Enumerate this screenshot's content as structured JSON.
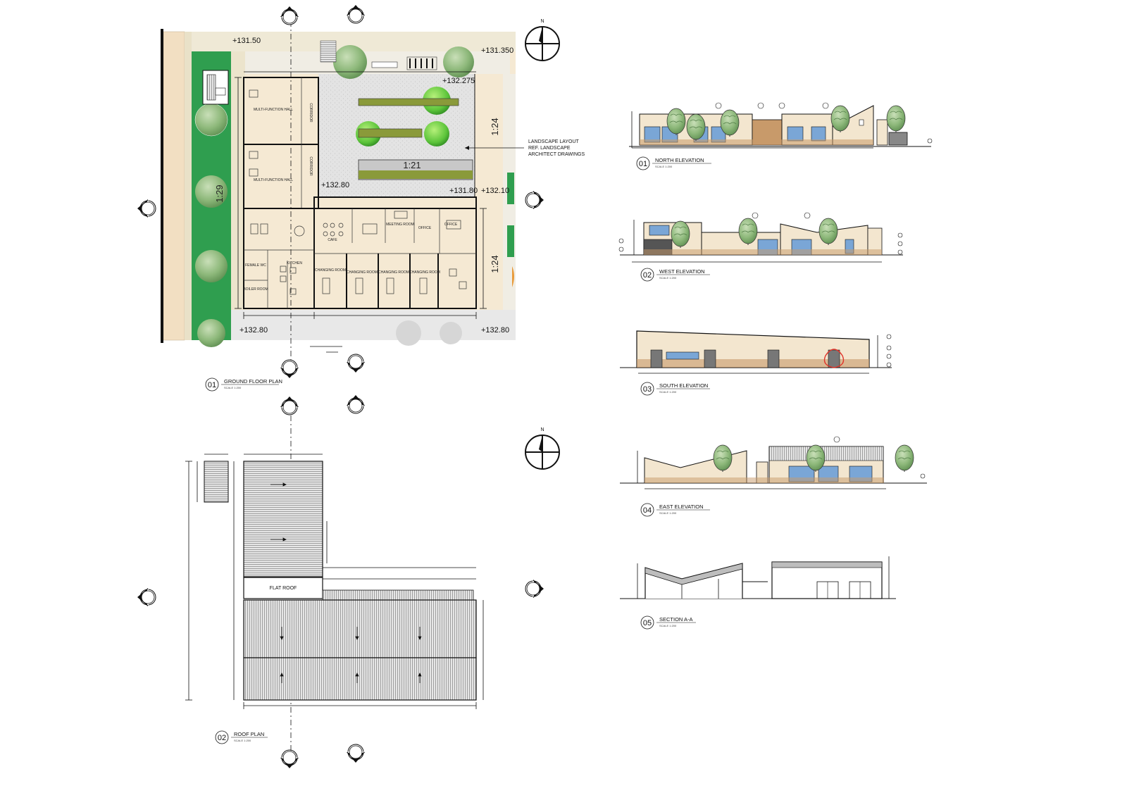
{
  "north_label": "N",
  "plan_levels": [
    "+131.50",
    "+131.350",
    "+132.275",
    "+132.80",
    "+132.10",
    "+132.80",
    "+132.80",
    "+131.80"
  ],
  "plan_dims": [
    "1:24",
    "1:24",
    "1:29",
    "1:21"
  ],
  "landscape_note": [
    "LANDSCAPE LAYOUT",
    "REF. LANDSCAPE",
    "ARCHITECT DRAWINGS"
  ],
  "room_labels": [
    "MULTI-FUNCTION HALL",
    "MULTI-FUNCTION HALL",
    "CORRIDOR",
    "CORRIDOR",
    "CAFE",
    "KITCHEN",
    "OFFICE",
    "OFFICE",
    "MEETING ROOM",
    "CHANGING ROOM",
    "CHANGING ROOM",
    "CHANGING ROOM",
    "CHANGING ROOM",
    "BOILER ROOM",
    "FEMALE WC"
  ],
  "roof_labels": [
    "FLAT ROOF"
  ],
  "drawing_titles": [
    {
      "num": "01",
      "title": "GROUND FLOOR PLAN",
      "scale": "SCALE 1:200"
    },
    {
      "num": "02",
      "title": "ROOF PLAN",
      "scale": "SCALE 1:200"
    },
    {
      "num": "01",
      "title": "NORTH ELEVATION",
      "scale": "SCALE 1:200"
    },
    {
      "num": "02",
      "title": "WEST ELEVATION",
      "scale": "SCALE 1:200"
    },
    {
      "num": "03",
      "title": "SOUTH ELEVATION",
      "scale": "SCALE 1:200"
    },
    {
      "num": "04",
      "title": "EAST ELEVATION",
      "scale": "SCALE 1:200"
    },
    {
      "num": "05",
      "title": "SECTION A-A",
      "scale": "SCALE 1:200"
    }
  ],
  "colors": {
    "grass": "#2f9e4f",
    "tree": "#8fbf7a",
    "paving": "#dcdcdc",
    "sand": "#f2dfc2",
    "wall_beige": "#f3e6cf",
    "glass": "#7aa6d6",
    "timber": "#c89a6a",
    "red_mark": "#e0352b"
  }
}
